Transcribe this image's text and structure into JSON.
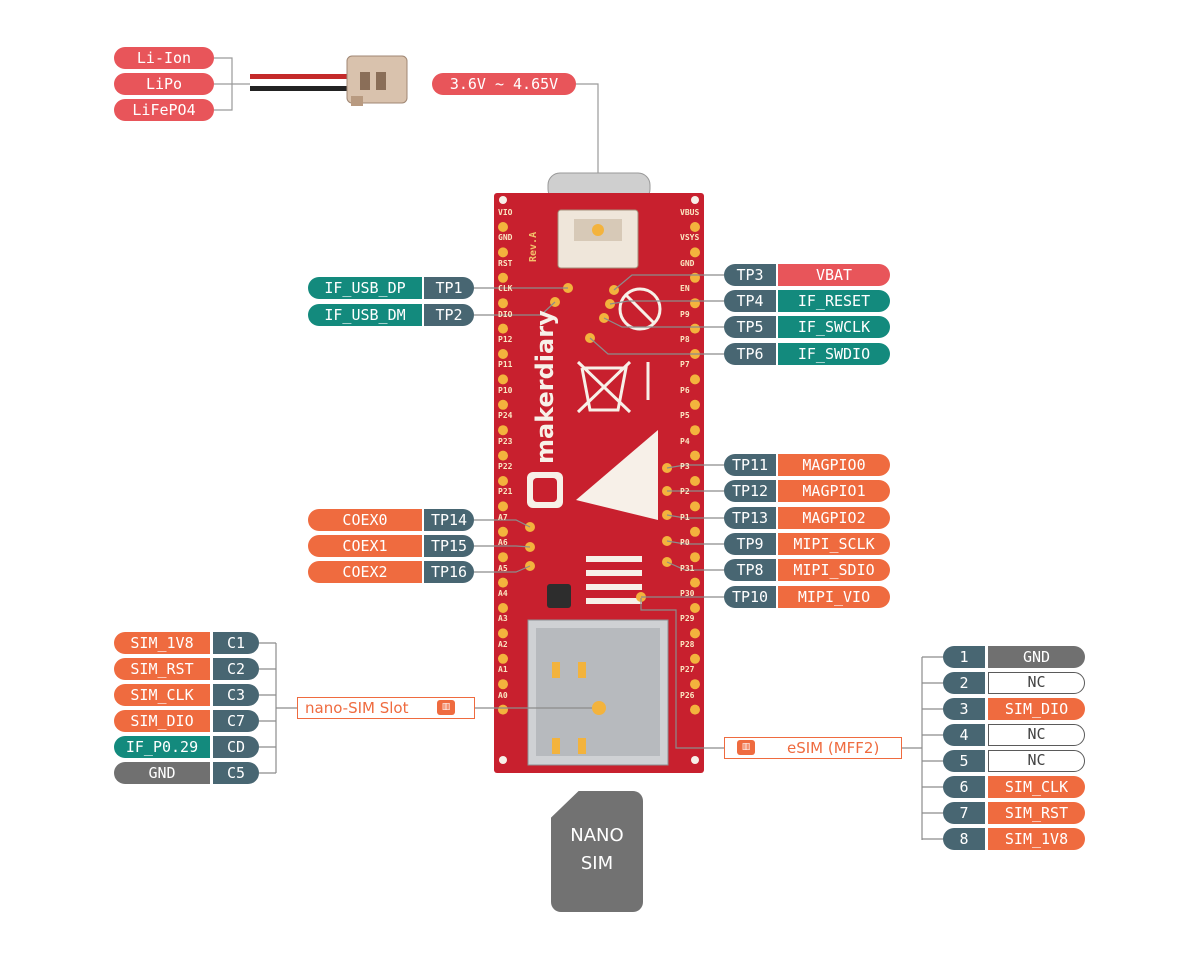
{
  "battery": {
    "types": [
      "Li-Ion",
      "LiPo",
      "LiFePO4"
    ],
    "voltage": "3.6V ~ 4.65V"
  },
  "board": {
    "brand": "makerdiary",
    "revision": "Rev.A",
    "left_pins": [
      "VIO",
      "GND",
      "RST",
      "CLK",
      "DIO",
      "P12",
      "P11",
      "P10",
      "P24",
      "P23",
      "P22",
      "P21",
      "A7",
      "A6",
      "A5",
      "A4",
      "A3",
      "A2",
      "A1",
      "A0"
    ],
    "right_pins": [
      "VBUS",
      "VSYS",
      "GND",
      "EN",
      "P9",
      "P8",
      "P7",
      "P6",
      "P5",
      "P4",
      "P3",
      "P2",
      "P1",
      "P0",
      "P31",
      "P30",
      "P29",
      "P28",
      "P27",
      "P26"
    ]
  },
  "left_testpoints": [
    {
      "signal": "IF_USB_DP",
      "tp": "TP1",
      "color": "teal"
    },
    {
      "signal": "IF_USB_DM",
      "tp": "TP2",
      "color": "teal"
    },
    {
      "signal": "COEX0",
      "tp": "TP14",
      "color": "orange"
    },
    {
      "signal": "COEX1",
      "tp": "TP15",
      "color": "orange"
    },
    {
      "signal": "COEX2",
      "tp": "TP16",
      "color": "orange"
    }
  ],
  "right_testpoints": [
    {
      "tp": "TP3",
      "signal": "VBAT",
      "color": "red"
    },
    {
      "tp": "TP4",
      "signal": "IF_RESET",
      "color": "teal"
    },
    {
      "tp": "TP5",
      "signal": "IF_SWCLK",
      "color": "teal"
    },
    {
      "tp": "TP6",
      "signal": "IF_SWDIO",
      "color": "teal"
    },
    {
      "tp": "TP11",
      "signal": "MAGPIO0",
      "color": "orange"
    },
    {
      "tp": "TP12",
      "signal": "MAGPIO1",
      "color": "orange"
    },
    {
      "tp": "TP13",
      "signal": "MAGPIO2",
      "color": "orange"
    },
    {
      "tp": "TP9",
      "signal": "MIPI_SCLK",
      "color": "orange"
    },
    {
      "tp": "TP8",
      "signal": "MIPI_SDIO",
      "color": "orange"
    },
    {
      "tp": "TP10",
      "signal": "MIPI_VIO",
      "color": "orange"
    }
  ],
  "sim_slot": {
    "label": "nano-SIM Slot",
    "pins": [
      {
        "signal": "SIM_1V8",
        "contact": "C1",
        "color": "orange"
      },
      {
        "signal": "SIM_RST",
        "contact": "C2",
        "color": "orange"
      },
      {
        "signal": "SIM_CLK",
        "contact": "C3",
        "color": "orange"
      },
      {
        "signal": "SIM_DIO",
        "contact": "C7",
        "color": "orange"
      },
      {
        "signal": "IF_P0.29",
        "contact": "CD",
        "color": "teal"
      },
      {
        "signal": "GND",
        "contact": "C5",
        "color": "gray"
      }
    ]
  },
  "esim": {
    "label": "eSIM (MFF2)",
    "pins": [
      {
        "num": "1",
        "signal": "GND",
        "color": "gray"
      },
      {
        "num": "2",
        "signal": "NC",
        "color": "outline"
      },
      {
        "num": "3",
        "signal": "SIM_DIO",
        "color": "orange"
      },
      {
        "num": "4",
        "signal": "NC",
        "color": "outline"
      },
      {
        "num": "5",
        "signal": "NC",
        "color": "outline"
      },
      {
        "num": "6",
        "signal": "SIM_CLK",
        "color": "orange"
      },
      {
        "num": "7",
        "signal": "SIM_RST",
        "color": "orange"
      },
      {
        "num": "8",
        "signal": "SIM_1V8",
        "color": "orange"
      }
    ]
  },
  "nano_sim_card": {
    "line1": "NANO",
    "line2": "SIM"
  },
  "colors": {
    "board": "#c8202e",
    "red": "#e8555a",
    "orange": "#ef6b3f",
    "teal": "#138a7d",
    "slate": "#486672",
    "gray": "#707070",
    "pad": "#f3b33d"
  }
}
